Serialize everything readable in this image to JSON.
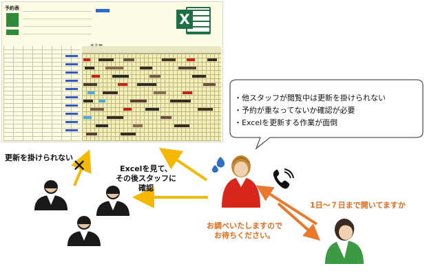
{
  "spreadsheet": {
    "title": "予約表",
    "region_label": "名古屋"
  },
  "excel_logo": {
    "icon": "excel-icon",
    "letter": "X",
    "color": "#1d7044"
  },
  "labels": {
    "cannot_update": "更新を掛けられない",
    "cross_mark": "✕",
    "check_excel_line1": "Excelを見て、",
    "check_excel_line2": "その後スタッフに",
    "check_excel_line3": "確認",
    "reply_line1": "お調べいたしますので",
    "reply_line2": "お待ちください。",
    "question": "1日～７日まで開いてますか"
  },
  "bubble": {
    "lines": [
      "・他スタッフが閲覧中は更新を掛けられない",
      "・予約が重なってないか確認が必要",
      "・Excelを更新する作業が面倒"
    ]
  },
  "colors": {
    "arrow_yellow": "#f5b800",
    "arrow_orange": "#e9782a",
    "text_orange": "#e26b1b",
    "operator_red": "#d9261c",
    "customer_green": "#3c9a45",
    "staff_dark": "#1a1a1a"
  },
  "icons": [
    "phone-icon",
    "sweat-drop-icon",
    "staff-person-icon",
    "operator-person-icon",
    "customer-person-icon"
  ]
}
